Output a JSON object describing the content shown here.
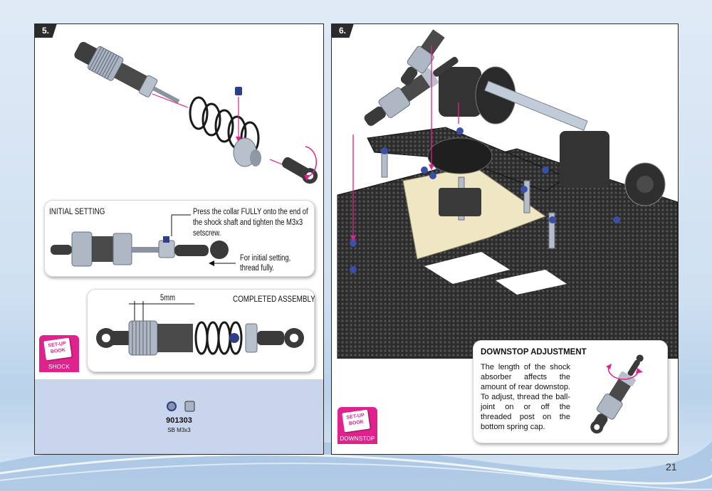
{
  "page_number": "21",
  "step5": {
    "number": "5.",
    "initial_setting": {
      "title": "INITIAL SETTING",
      "note1_lines": [
        "Press the collar FULLY onto the end of",
        "the shock shaft and tighten the M3x3",
        "setscrew."
      ],
      "note2_lines": [
        "For initial setting,",
        "thread fully."
      ]
    },
    "completed": {
      "title": "COMPLETED ASSEMBLY",
      "dimension": "5mm"
    },
    "badge": {
      "book_line1": "SET-UP",
      "book_line2": "BOOK",
      "label": "SHOCK"
    },
    "part": {
      "number": "901303",
      "desc": "SB M3x3"
    }
  },
  "step6": {
    "number": "6.",
    "downstop": {
      "title": "DOWNSTOP ADJUSTMENT",
      "text": "The length of the shock absorber affects the amount of rear downstop. To adjust, thread the ball-joint on or off the threaded post on the bottom spring cap."
    },
    "badge": {
      "book_line1": "SET-UP",
      "book_line2": "BOOK",
      "label": "DOWNSTOP"
    }
  },
  "colors": {
    "accent": "#e0228c",
    "panel_border": "#2a2a2a",
    "parts_band": "#c9d5ec"
  }
}
